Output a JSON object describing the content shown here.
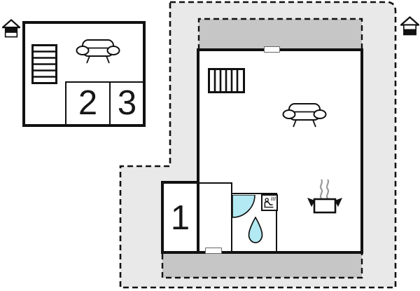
{
  "title": "holiday-home-floor-plan",
  "colors": {
    "wall": "#111111",
    "plot_fill": "#e9e9e9",
    "terrace_fill": "#c6c6c6",
    "water": "#b3e9f2",
    "steam": "#9a9a9a"
  },
  "annex_building": {
    "rooms": [
      {
        "label": "2"
      },
      {
        "label": "3"
      }
    ],
    "icons": [
      "stairs-icon",
      "sofa-icon"
    ],
    "marker": "house-marker-annex"
  },
  "main_building": {
    "rooms": [
      {
        "label": "1"
      }
    ],
    "icons": [
      "radiator-icon",
      "sofa-icon",
      "sauna-icon",
      "shower-curtain-icon",
      "water-drop-icon",
      "cooking-pot-icon"
    ],
    "marker": "house-marker-main",
    "features": [
      "top-terrace",
      "bottom-terrace",
      "plot-boundary",
      "door-opening-top",
      "door-opening-bottom"
    ]
  }
}
